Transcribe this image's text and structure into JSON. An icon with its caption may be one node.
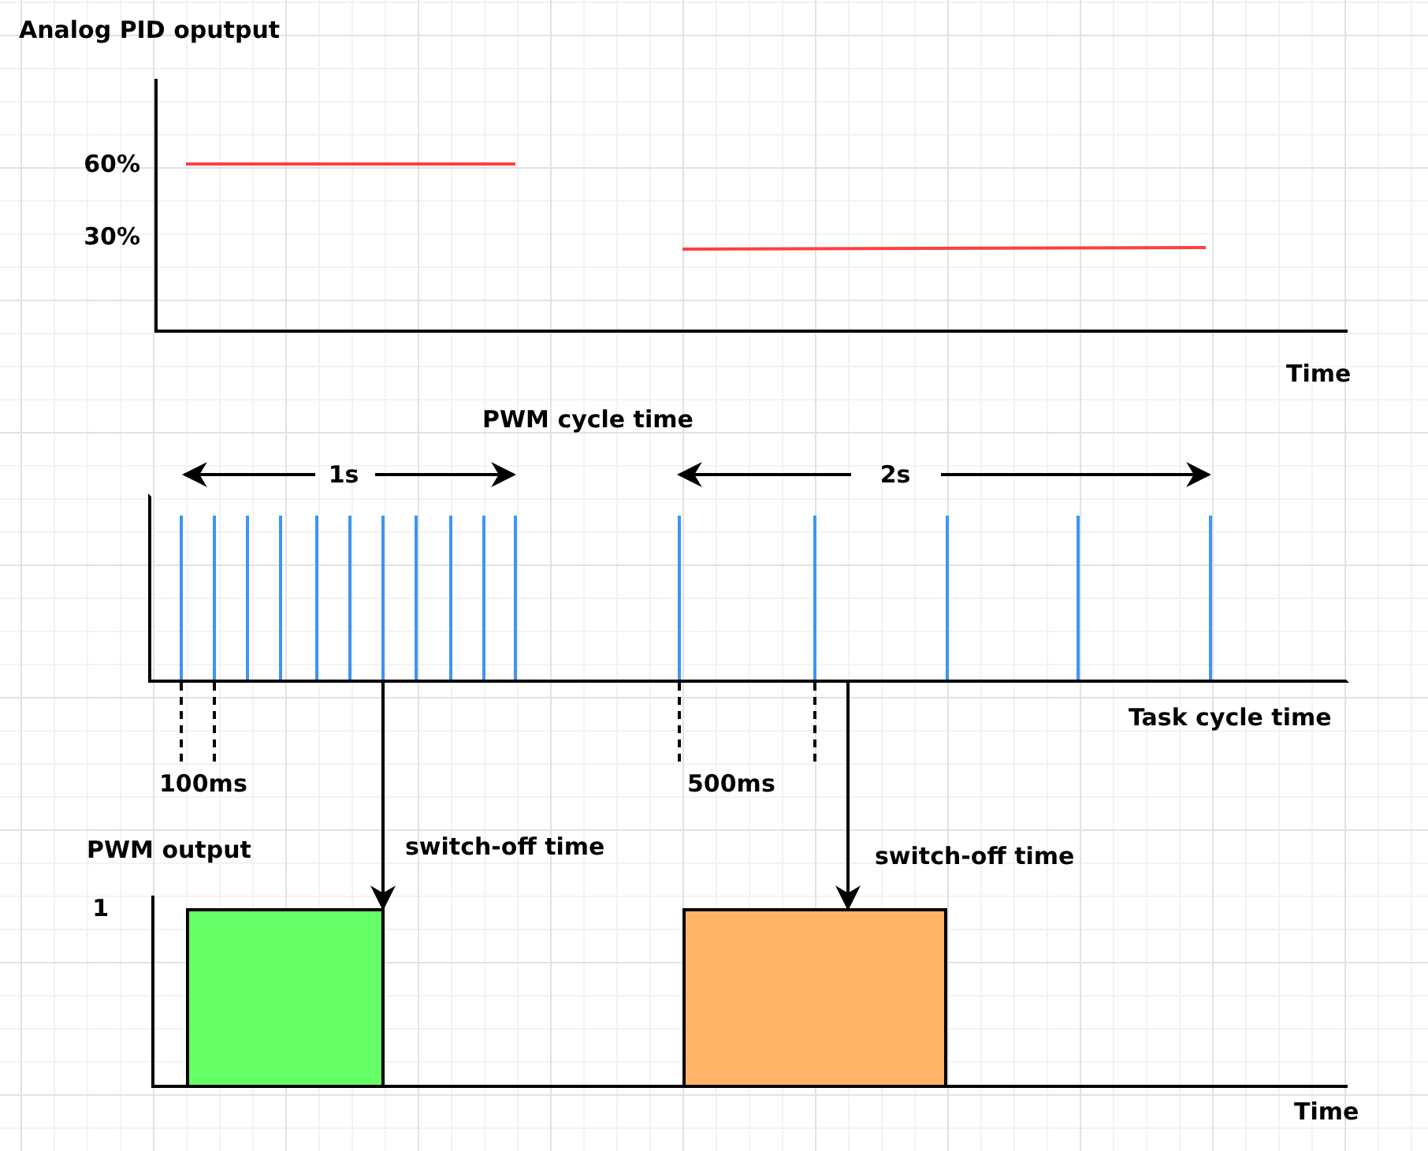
{
  "diagram": {
    "nodes": [
      {
        "text": [],
        "shape": "box"
      },
      {
        "text": [],
        "shape": "box"
      },
      {
        "text": [],
        "shape": "axis"
      }
    ],
    "edges": [
      {
        "from": 2,
        "to": 0,
        "arrow": "to",
        "label": "switch-off time"
      },
      {
        "from": 2,
        "to": 1,
        "arrow": "to",
        "label": "switch-off time"
      }
    ],
    "labels": [
      "Analog PID oputput",
      "60%",
      "30%",
      "Time",
      "PWM cycle time",
      "1s",
      "2s",
      "Task cycle time",
      "100ms",
      "500ms",
      "PWM output",
      "1",
      "Time"
    ]
  }
}
